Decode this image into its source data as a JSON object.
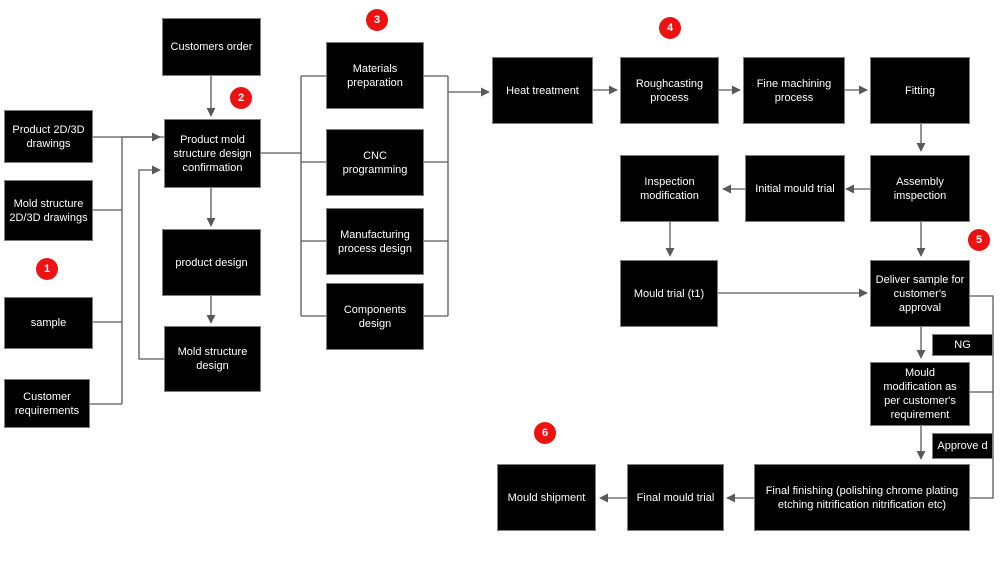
{
  "colors": {
    "box": "#000000",
    "text": "#ffffff",
    "line": "#595959",
    "badge": "#ee1111"
  },
  "badges": {
    "b1": "1",
    "b2": "2",
    "b3": "3",
    "b4": "4",
    "b5": "5",
    "b6": "6"
  },
  "nodes": {
    "product_drawings": "Product 2D/3D drawings",
    "mold_drawings": "Mold structure 2D/3D drawings",
    "sample": "sample",
    "customer_requirements": "Customer requirements",
    "customers_order": "Customers order",
    "design_confirmation": "Product mold structure design confirmation",
    "product_design": "product design",
    "mold_structure_design": "Mold structure design",
    "materials_preparation": "Materials preparation",
    "cnc_programming": "CNC programming",
    "manufacturing_process_design": "Manufacturing process design",
    "components_design": "Components design",
    "heat_treatment": "Heat treatment",
    "roughcasting": "Roughcasting process",
    "fine_machining": "Fine machining process",
    "fitting": "Fitting",
    "assembly_inspection": "Assembly imspection",
    "initial_mould_trial": "Initial mould trial",
    "inspection_modification": "Inspection modification",
    "mould_trial_t1": "Mould trial (t1)",
    "deliver_sample": "Deliver sample for customer's approval",
    "ng": "NG",
    "mould_modification": "Mould modification as per  customer's requirement",
    "approved": "Approve d",
    "final_finishing": "Final finishing (polishing chrome plating etching nitrification nitrification etc)",
    "final_mould_trial": "Final mould trial",
    "mould_shipment": "Mould shipment"
  }
}
